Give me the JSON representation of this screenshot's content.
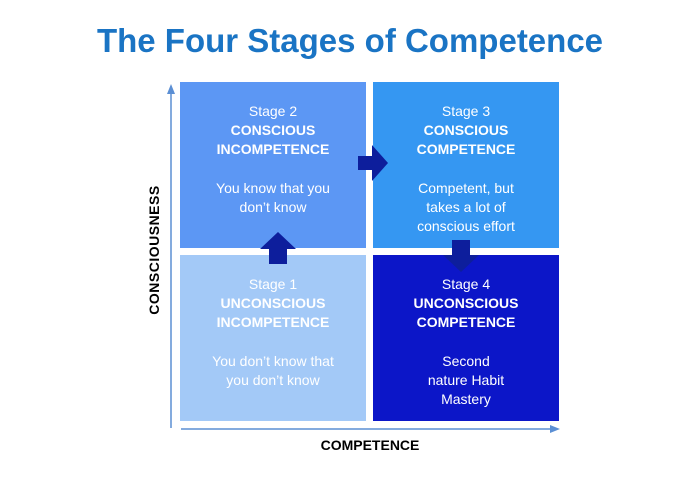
{
  "title": "The Four Stages of Competence",
  "axes": {
    "y_label": "CONSCIOUSNESS",
    "x_label": "COMPETENCE"
  },
  "quadrants": {
    "stage1": {
      "stage": "Stage 1",
      "name": "UNCONSCIOUS INCOMPETENCE",
      "description": "You don’t know that you don’t know",
      "color": "#a3c9f7"
    },
    "stage2": {
      "stage": "Stage 2",
      "name": "CONSCIOUS INCOMPETENCE",
      "description": "You know that you don’t know",
      "color": "#5c97f4"
    },
    "stage3": {
      "stage": "Stage 3",
      "name": "CONSCIOUS COMPETENCE",
      "description": "Competent, but takes a lot of conscious effort",
      "color": "#3597f2"
    },
    "stage4": {
      "stage": "Stage 4",
      "name": "UNCONSCIOUS COMPETENCE",
      "description": "Second nature Habit Mastery",
      "color": "#0c16c8"
    }
  },
  "colors": {
    "title": "#1a74c4",
    "transition_arrow": "#0d1e9c",
    "axis": "#5b8fd4"
  }
}
